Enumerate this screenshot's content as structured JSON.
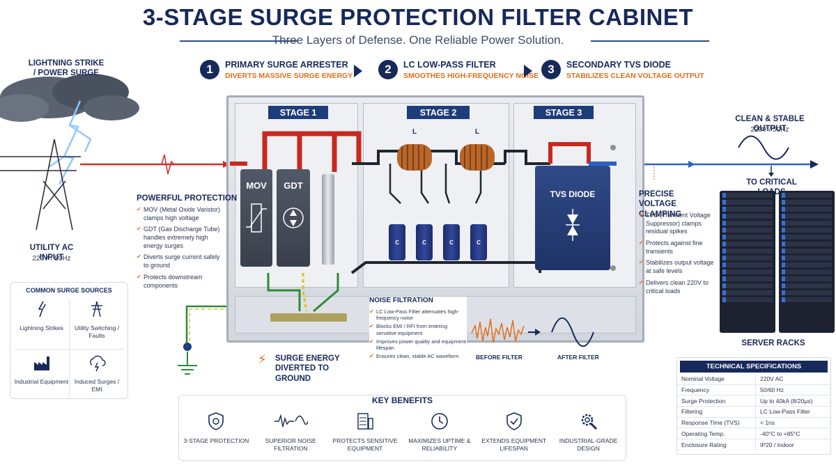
{
  "title": "3-STAGE SURGE PROTECTION FILTER CABINET",
  "subtitle": "Three Layers of Defense. One Reliable Power Solution.",
  "stages": [
    {
      "num": "1",
      "name": "PRIMARY SURGE ARRESTER",
      "desc": "DIVERTS MASSIVE SURGE ENERGY"
    },
    {
      "num": "2",
      "name": "LC LOW-PASS FILTER",
      "desc": "SMOOTHES HIGH-FREQUENCY NOISE"
    },
    {
      "num": "3",
      "name": "SECONDARY TVS DIODE",
      "desc": "STABILIZES CLEAN VOLTAGE OUTPUT"
    }
  ],
  "cabinet": {
    "stage1_label": "STAGE 1",
    "stage2_label": "STAGE 2",
    "stage3_label": "STAGE 3",
    "mov": "MOV",
    "gdt": "GDT",
    "inductor1": "L",
    "inductor2": "L",
    "caps": [
      "C",
      "C",
      "C",
      "C"
    ],
    "tvs": "TVS DIODE"
  },
  "input": {
    "lightning": "LIGHTNING STRIKE / POWER SURGE",
    "utility": "UTILITY AC INPUT",
    "utility_spec": "220V / 50Hz"
  },
  "primary_protection": {
    "heading": "POWERFUL PROTECTION",
    "items": [
      "MOV (Metal Oxide Varistor) clamps high voltage",
      "GDT (Gas Discharge Tube) handles extremely high energy surges",
      "Diverts surge current safely to ground",
      "Protects downstream components"
    ]
  },
  "ground": {
    "text": "SURGE ENERGY DIVERTED TO GROUND"
  },
  "noise": {
    "heading": "NOISE FILTRATION",
    "items": [
      "LC Low-Pass Filter attenuates high-frequency noise",
      "Blocks EMI / RFI from entering sensitive equipment",
      "Improves power quality and equipment lifespan",
      "Ensures clean, stable AC waveform"
    ],
    "before": "BEFORE FILTER",
    "after": "AFTER FILTER"
  },
  "clamping": {
    "heading": "PRECISE VOLTAGE CLAMPING",
    "items": [
      "TVS (Transient Voltage Suppressor) clamps residual spikes",
      "Protects against fine transients",
      "Stabilizes output voltage at safe levels",
      "Delivers clean 220V to critical loads"
    ]
  },
  "output": {
    "heading": "CLEAN & STABLE OUTPUT",
    "spec": "220V / 50Hz",
    "loads": "TO CRITICAL LOADS",
    "racks": "SERVER RACKS"
  },
  "sources": {
    "heading": "COMMON SURGE SOURCES",
    "items": [
      {
        "label": "Lightning Strikes",
        "icon": "lightning-icon"
      },
      {
        "label": "Utility Switching / Faults",
        "icon": "power-tower-icon"
      },
      {
        "label": "Industrial Equipment",
        "icon": "factory-icon"
      },
      {
        "label": "Induced Surges / EMI",
        "icon": "cloud-lightning-icon"
      }
    ]
  },
  "benefits": {
    "heading": "KEY BENEFITS",
    "items": [
      {
        "label": "3-STAGE PROTECTION",
        "icon": "shield-icon"
      },
      {
        "label": "SUPERIOR NOISE FILTRATION",
        "icon": "waveform-icon"
      },
      {
        "label": "PROTECTS SENSITIVE EQUIPMENT",
        "icon": "server-icon"
      },
      {
        "label": "MAXIMIZES UPTIME & RELIABILITY",
        "icon": "clock-icon"
      },
      {
        "label": "EXTENDS EQUIPMENT LIFESPAN",
        "icon": "shield-check-icon"
      },
      {
        "label": "INDUSTRIAL-GRADE DESIGN",
        "icon": "gear-wrench-icon"
      }
    ]
  },
  "specs": {
    "heading": "TECHNICAL SPECIFICATIONS",
    "rows": [
      {
        "k": "Nominal Voltage",
        "v": "220V AC"
      },
      {
        "k": "Frequency",
        "v": "50/60 Hz"
      },
      {
        "k": "Surge Protection",
        "v": "Up to 40kA (8/20μs)"
      },
      {
        "k": "Filtering",
        "v": "LC Low-Pass Filter"
      },
      {
        "k": "Response Time (TVS)",
        "v": "< 1ns"
      },
      {
        "k": "Operating Temp.",
        "v": "-40°C to +85°C"
      },
      {
        "k": "Enclosure Rating",
        "v": "IP20 / Indoor"
      }
    ]
  },
  "colors": {
    "navy": "#16295a",
    "accent_orange": "#e46e1a",
    "surge_red": "#d62a2a",
    "clean_blue": "#2a62c8",
    "ground_green": "#2f8a3a"
  }
}
